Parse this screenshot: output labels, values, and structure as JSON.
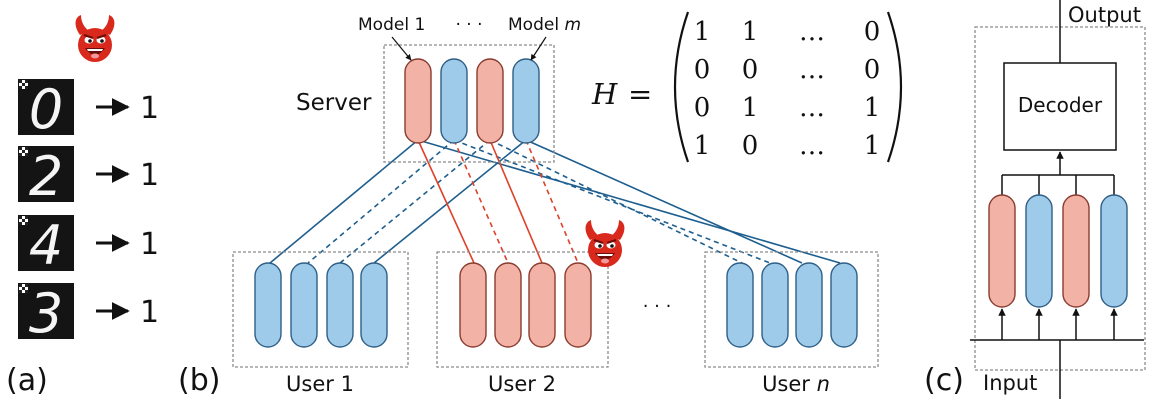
{
  "panel_a": {
    "label": "(a)",
    "digits": [
      "0",
      "2",
      "4",
      "3"
    ],
    "arrow_glyph": "→",
    "target": "1"
  },
  "panel_b": {
    "label": "(b)",
    "server_label": "Server",
    "model_first_label": "Model 1",
    "model_dots": "· · ·",
    "model_last_prefix": "Model ",
    "model_last_var": "m",
    "users": [
      {
        "prefix": "User ",
        "suffix": "1",
        "suffix_italic": false
      },
      {
        "prefix": "User ",
        "suffix": "2",
        "suffix_italic": false
      },
      {
        "prefix": "User ",
        "suffix": "n",
        "suffix_italic": true
      }
    ],
    "between_users_dots": "· · ·",
    "matrix": {
      "lhs": "H",
      "eq": "=",
      "rows": [
        [
          "1",
          "1",
          "…",
          "0"
        ],
        [
          "0",
          "0",
          "…",
          "0"
        ],
        [
          "0",
          "1",
          "…",
          "1"
        ],
        [
          "1",
          "0",
          "…",
          "1"
        ]
      ]
    }
  },
  "panel_c": {
    "label": "(c)",
    "decoder_label": "Decoder",
    "output_label": "Output",
    "input_label": "Input"
  },
  "colors": {
    "benign_fill": "#9fcbea",
    "benign_stroke": "#2f5f86",
    "malicious_fill": "#f2b3a6",
    "malicious_stroke": "#8a3b2e",
    "blue_line": "#1e5f8f",
    "red_line": "#e0402a",
    "box_border": "#8c8c8c",
    "devil": "#d9281c"
  },
  "icons": [
    "devil-emoji-icon",
    "trigger-patch-icon",
    "arrow-right-icon",
    "arrow-up-icon"
  ]
}
